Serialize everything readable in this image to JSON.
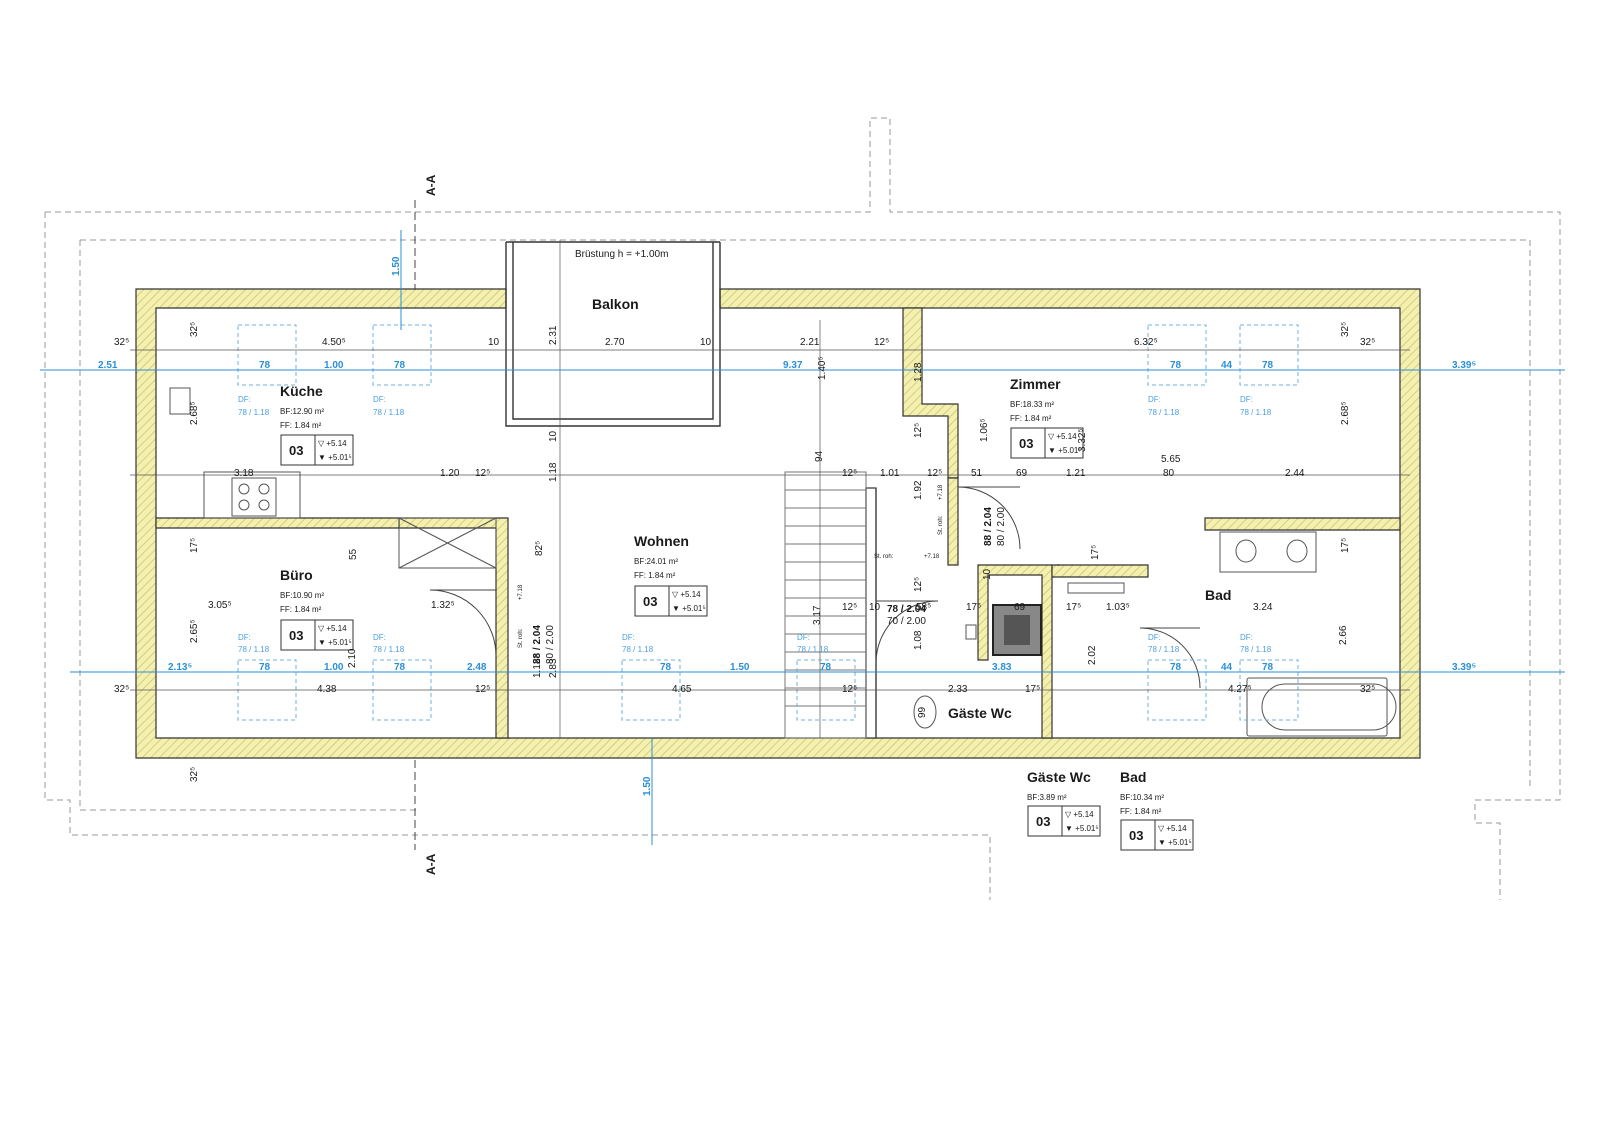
{
  "section_marks": {
    "top": "A-A",
    "bottom": "A-A"
  },
  "balcony": {
    "label": "Balkon",
    "note": "Brüstung h = +1.00m"
  },
  "rooms": {
    "kueche": {
      "name": "Küche",
      "bf": "BF:12.90 m²",
      "ff": "FF:  1.84 m²",
      "num": "03",
      "lvl1": "+5.14",
      "lvl2": "+5.01⁵"
    },
    "buero": {
      "name": "Büro",
      "bf": "BF:10.90 m²",
      "ff": "FF:  1.84 m²",
      "num": "03",
      "lvl1": "+5.14",
      "lvl2": "+5.01⁵"
    },
    "wohnen": {
      "name": "Wohnen",
      "bf": "BF:24.01 m²",
      "ff": "FF:  1.84 m²",
      "num": "03",
      "lvl1": "+5.14",
      "lvl2": "+5.01⁵"
    },
    "zimmer": {
      "name": "Zimmer",
      "bf": "BF:18.33 m²",
      "ff": "FF:  1.84 m²",
      "num": "03",
      "lvl1": "+5.14",
      "lvl2": "+5.01⁵"
    },
    "bad": {
      "name": "Bad"
    },
    "gaeste": {
      "name": "Gäste Wc"
    }
  },
  "legend": {
    "gaeste": {
      "name": "Gäste Wc",
      "bf": "BF:3.89 m²",
      "num": "03",
      "lvl1": "+5.14",
      "lvl2": "+5.01⁵"
    },
    "bad": {
      "name": "Bad",
      "bf": "BF:10.34 m²",
      "ff": "FF:  1.84 m²",
      "num": "03",
      "lvl1": "+5.14",
      "lvl2": "+5.01⁵"
    }
  },
  "skylights": {
    "df": "DF:",
    "size": "78 / 1.18",
    "width": "78"
  },
  "doors": {
    "buero": "88 / 2.04",
    "buero_b": "80 / 2.00",
    "zimmer": "88 / 2.04",
    "zimmer_b": "80 / 2.00",
    "wc": "78 / 2.04",
    "wc_b": "70 / 2.00"
  },
  "blue_dims": {
    "top_left": "2.51",
    "top_mid": "9.37",
    "top_right": "3.39⁵",
    "bot_left": "2.13⁵",
    "bot_right": "3.39⁵",
    "v_top": "1.50",
    "v_bot": "1.50",
    "gap1": "1.00",
    "gap2": "1.00",
    "gap3": "44",
    "gap4": "44",
    "g248": "2.48",
    "g150": "1.50",
    "g383": "3.83"
  },
  "dims": {
    "d32a": "32⁵",
    "d450": "4.50⁵",
    "d10a": "10",
    "d270": "2.70",
    "d10b": "10",
    "d221": "2.21",
    "d12a": "12⁵",
    "d632": "6.32⁵",
    "d32b": "32⁵",
    "d231": "2.31",
    "d140": "1.40⁵",
    "d128": "1.28",
    "d268a": "2.68⁵",
    "d318": "3.18",
    "d120": "1.20",
    "d12b": "12⁵",
    "d118": "1.18",
    "d10c": "10",
    "d94": "94",
    "d12c": "12⁵",
    "d101": "1.01",
    "d12d": "12⁵",
    "d51": "51",
    "d69": "69",
    "d121": "1.21",
    "d80": "80",
    "d244": "2.44",
    "d565": "5.65",
    "d106": "1.06⁵",
    "d332": "3.32⁵",
    "d268b": "2.68⁵",
    "d12e": "12⁵",
    "d192": "1.92",
    "d17a": "17⁵",
    "d55": "55",
    "d82": "82⁵",
    "d17b": "17⁵",
    "d17c": "17⁵",
    "d305": "3.05⁵",
    "d132": "1.32⁵",
    "d265": "2.65⁵",
    "d210": "2.10",
    "d317": "3.17",
    "d12f": "12⁵",
    "d10d": "10",
    "d58": "58⁵",
    "d17d": "17⁵",
    "d69b": "69",
    "d17e": "17⁵",
    "d103": "1.03⁵",
    "d324": "3.24",
    "d266": "2.66",
    "d108": "1.08",
    "d202": "2.02",
    "d10e": "10",
    "d12g": "12⁵",
    "d112": "1.12⁵",
    "d283": "2.83",
    "d32c": "32⁵",
    "d438": "4.38",
    "d12h": "12⁵",
    "d465": "4.65",
    "d12i": "12⁵",
    "d233": "2.33",
    "d17f": "17⁵",
    "d427": "4.27⁵",
    "d32d": "32⁵",
    "d99": "99",
    "d32e": "32⁵",
    "d32f": "32⁵",
    "d32g": "32⁵"
  },
  "annot": {
    "stroh": "St. roh:",
    "p718": "+7.18"
  }
}
